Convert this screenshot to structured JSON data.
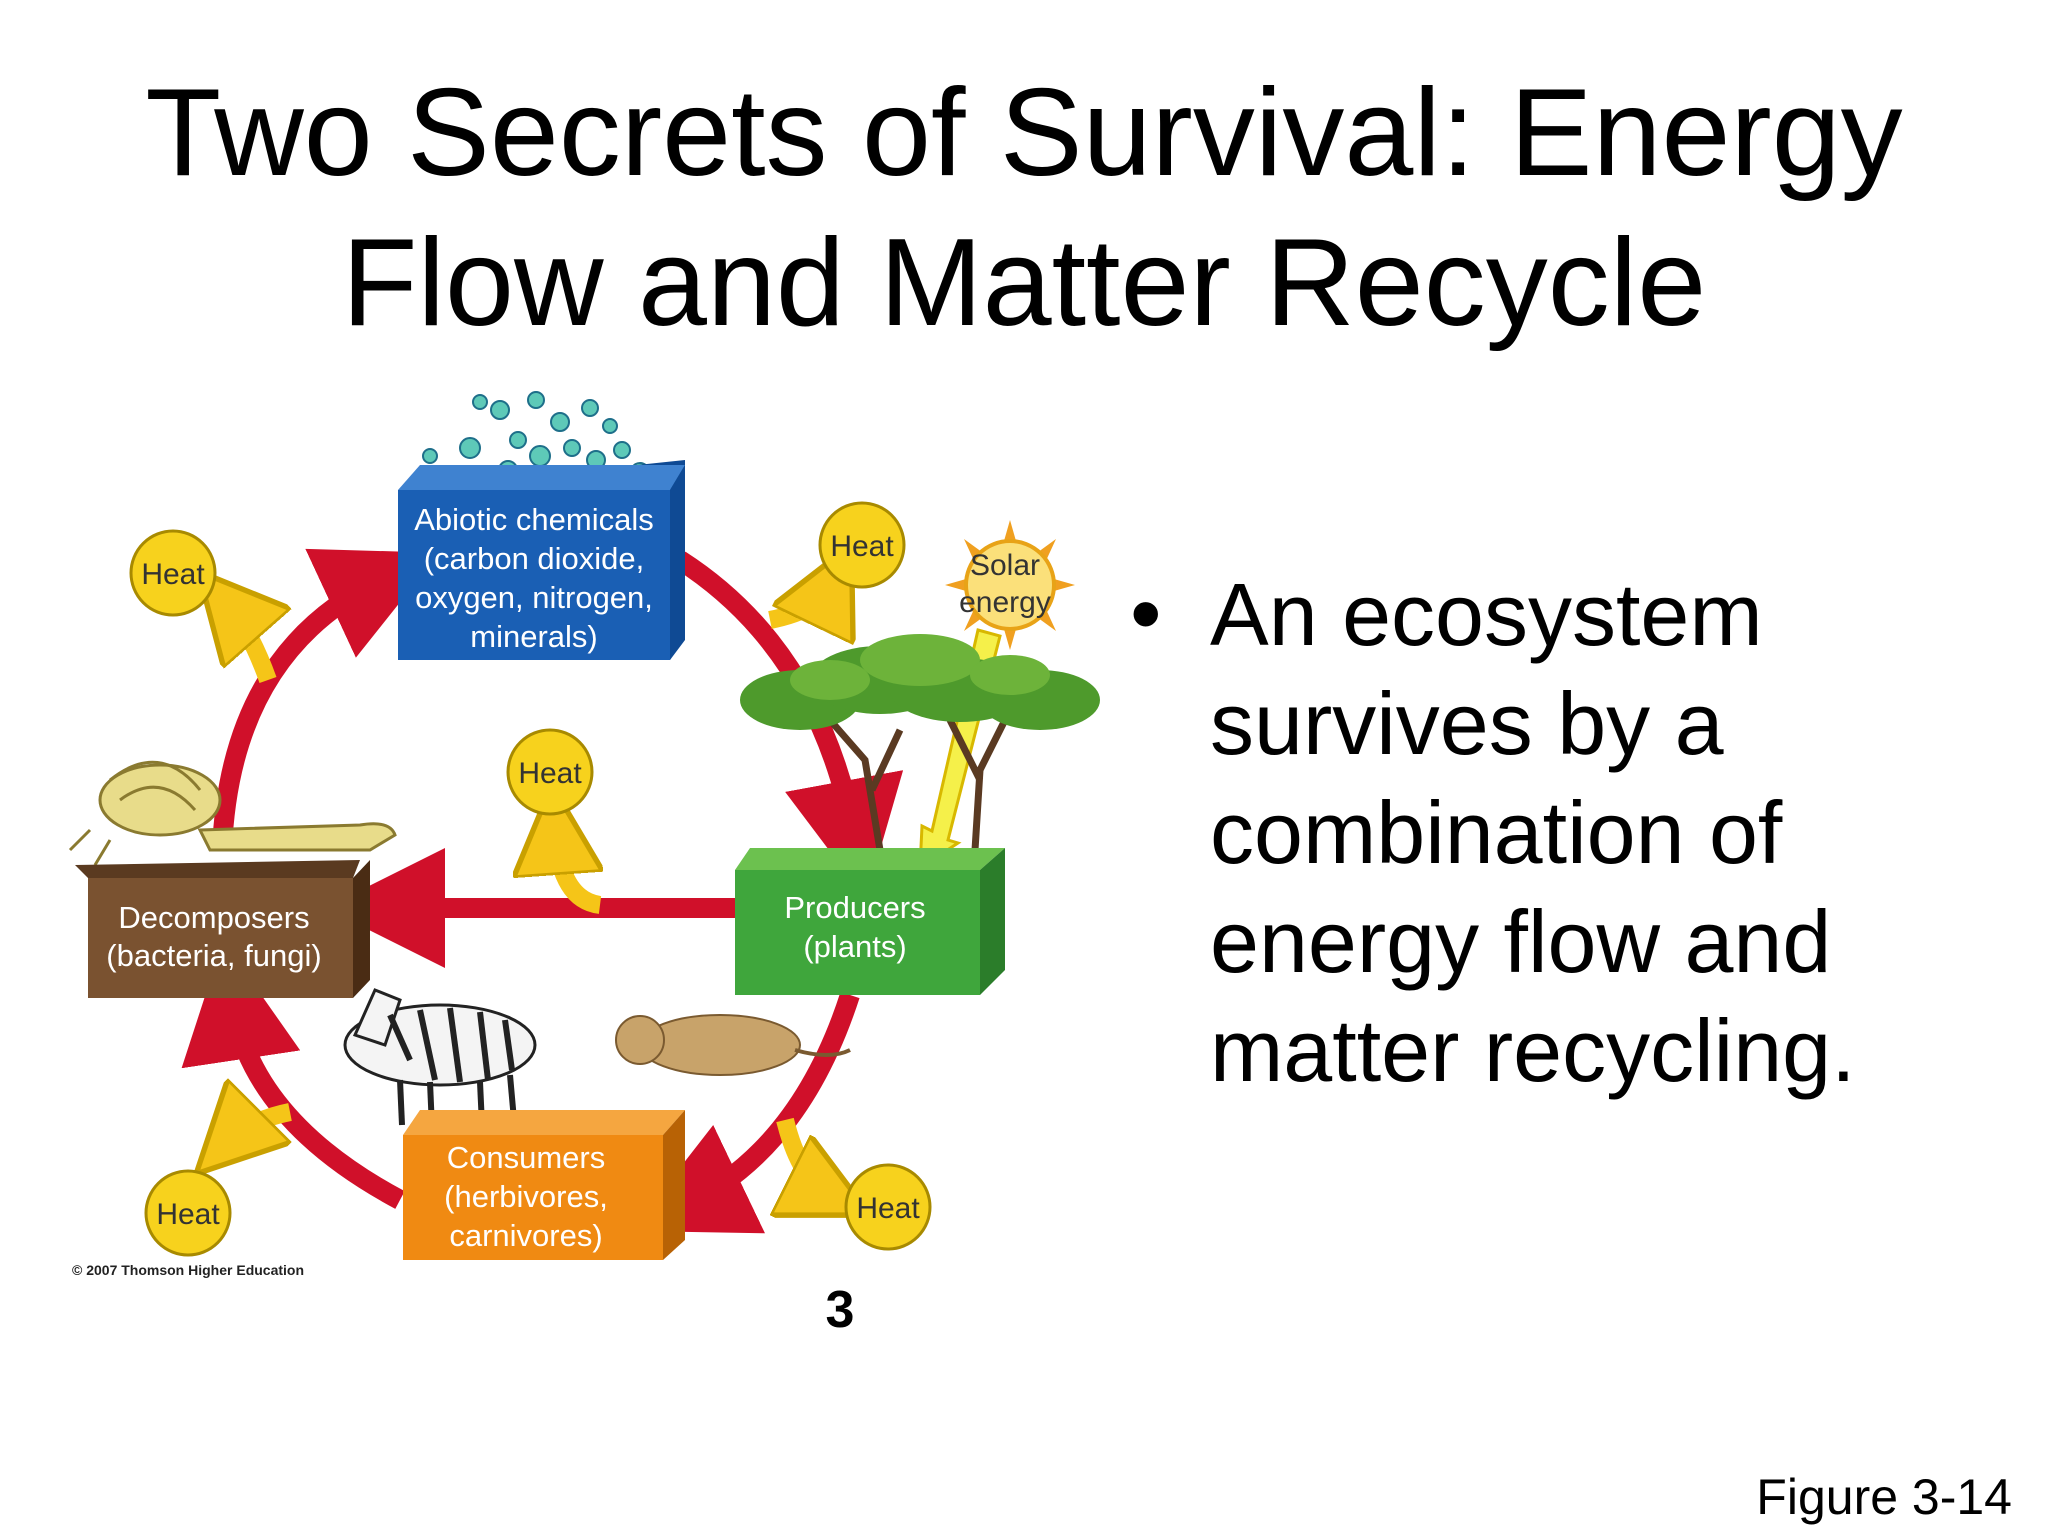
{
  "slide": {
    "title_line1": "Two Secrets of Survival: Energy",
    "title_line2": "Flow and Matter Recycle",
    "bullet": "An ecosystem survives by a combination of energy flow and matter recycling.",
    "page_number": "3",
    "figure_label": "Figure 3-14"
  },
  "diagram": {
    "abiotic": {
      "line1": "Abiotic chemicals",
      "line2": "(carbon dioxide,",
      "line3": "oxygen, nitrogen,",
      "line4": "minerals)"
    },
    "producers": {
      "line1": "Producers",
      "line2": "(plants)"
    },
    "consumers": {
      "line1": "Consumers",
      "line2": "(herbivores,",
      "line3": "carnivores)"
    },
    "decomposers": {
      "line1": "Decomposers",
      "line2": "(bacteria, fungi)"
    },
    "heat_label": "Heat",
    "solar_line1": "Solar",
    "solar_line2": "energy",
    "copyright": "© 2007 Thomson Higher Education"
  },
  "colors": {
    "abiotic_box": "#1a5fb4",
    "producers_box": "#3fa63c",
    "consumers_box": "#f08a12",
    "decomposers_box": "#7a5230",
    "cycle_arrow": "#d0102a",
    "heat_arrow": "#f5c518",
    "heat_circle": "#f7d21d"
  }
}
